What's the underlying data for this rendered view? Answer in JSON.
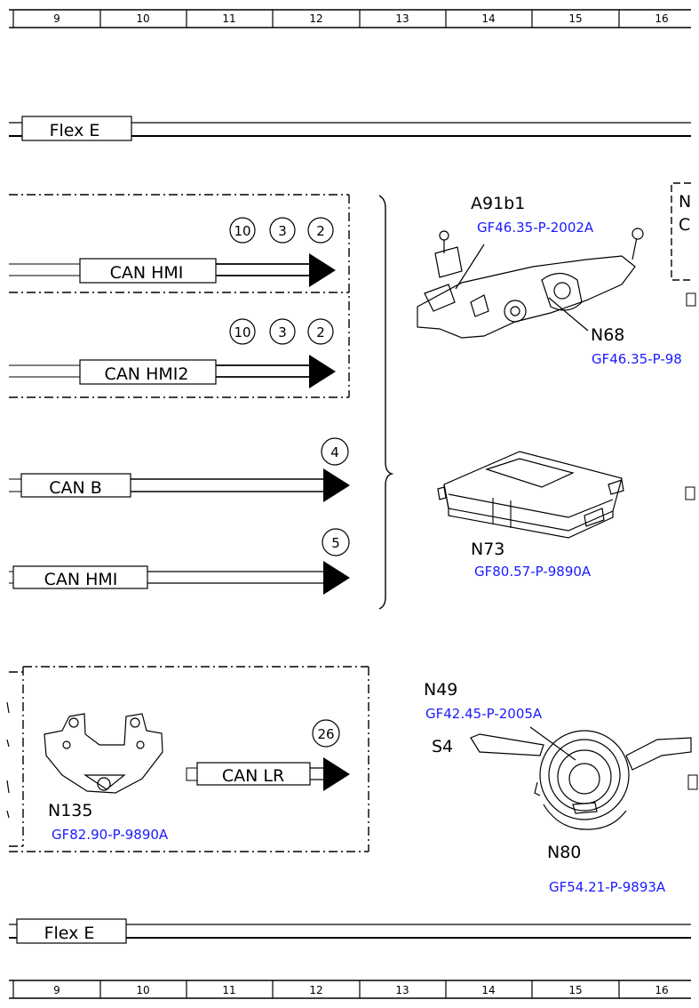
{
  "ruler_top": [
    "9",
    "10",
    "11",
    "12",
    "13",
    "14",
    "15",
    "16"
  ],
  "ruler_bottom": [
    "9",
    "10",
    "11",
    "12",
    "13",
    "14",
    "15",
    "16"
  ],
  "flex_top": "Flex E",
  "flex_bottom": "Flex E",
  "buses": {
    "hmi_1": {
      "label": "CAN HMI",
      "markers": [
        "10",
        "3",
        "2"
      ]
    },
    "hmi_2": {
      "label": "CAN HMI2",
      "markers": [
        "10",
        "3",
        "2"
      ]
    },
    "b": {
      "label": "CAN B",
      "markers": [
        "4"
      ]
    },
    "hmi_3": {
      "label": "CAN HMI",
      "markers": [
        "5"
      ]
    },
    "lr": {
      "label": "CAN LR",
      "markers": [
        "26"
      ]
    }
  },
  "components": {
    "a91b1": {
      "name": "A91b1",
      "ref": "GF46.35-P-2002A"
    },
    "n68": {
      "name": "N68",
      "ref": "GF46.35-P-98"
    },
    "n73": {
      "name": "N73",
      "ref": "GF80.57-P-9890A"
    },
    "n135": {
      "name": "N135",
      "ref": "GF82.90-P-9890A"
    },
    "n49": {
      "name": "N49",
      "ref": "GF42.45-P-2005A"
    },
    "s4": {
      "name": "S4"
    },
    "n80": {
      "name": "N80",
      "ref": "GF54.21-P-9893A"
    },
    "cut_right": {
      "line1": "N",
      "line2": "C"
    }
  }
}
